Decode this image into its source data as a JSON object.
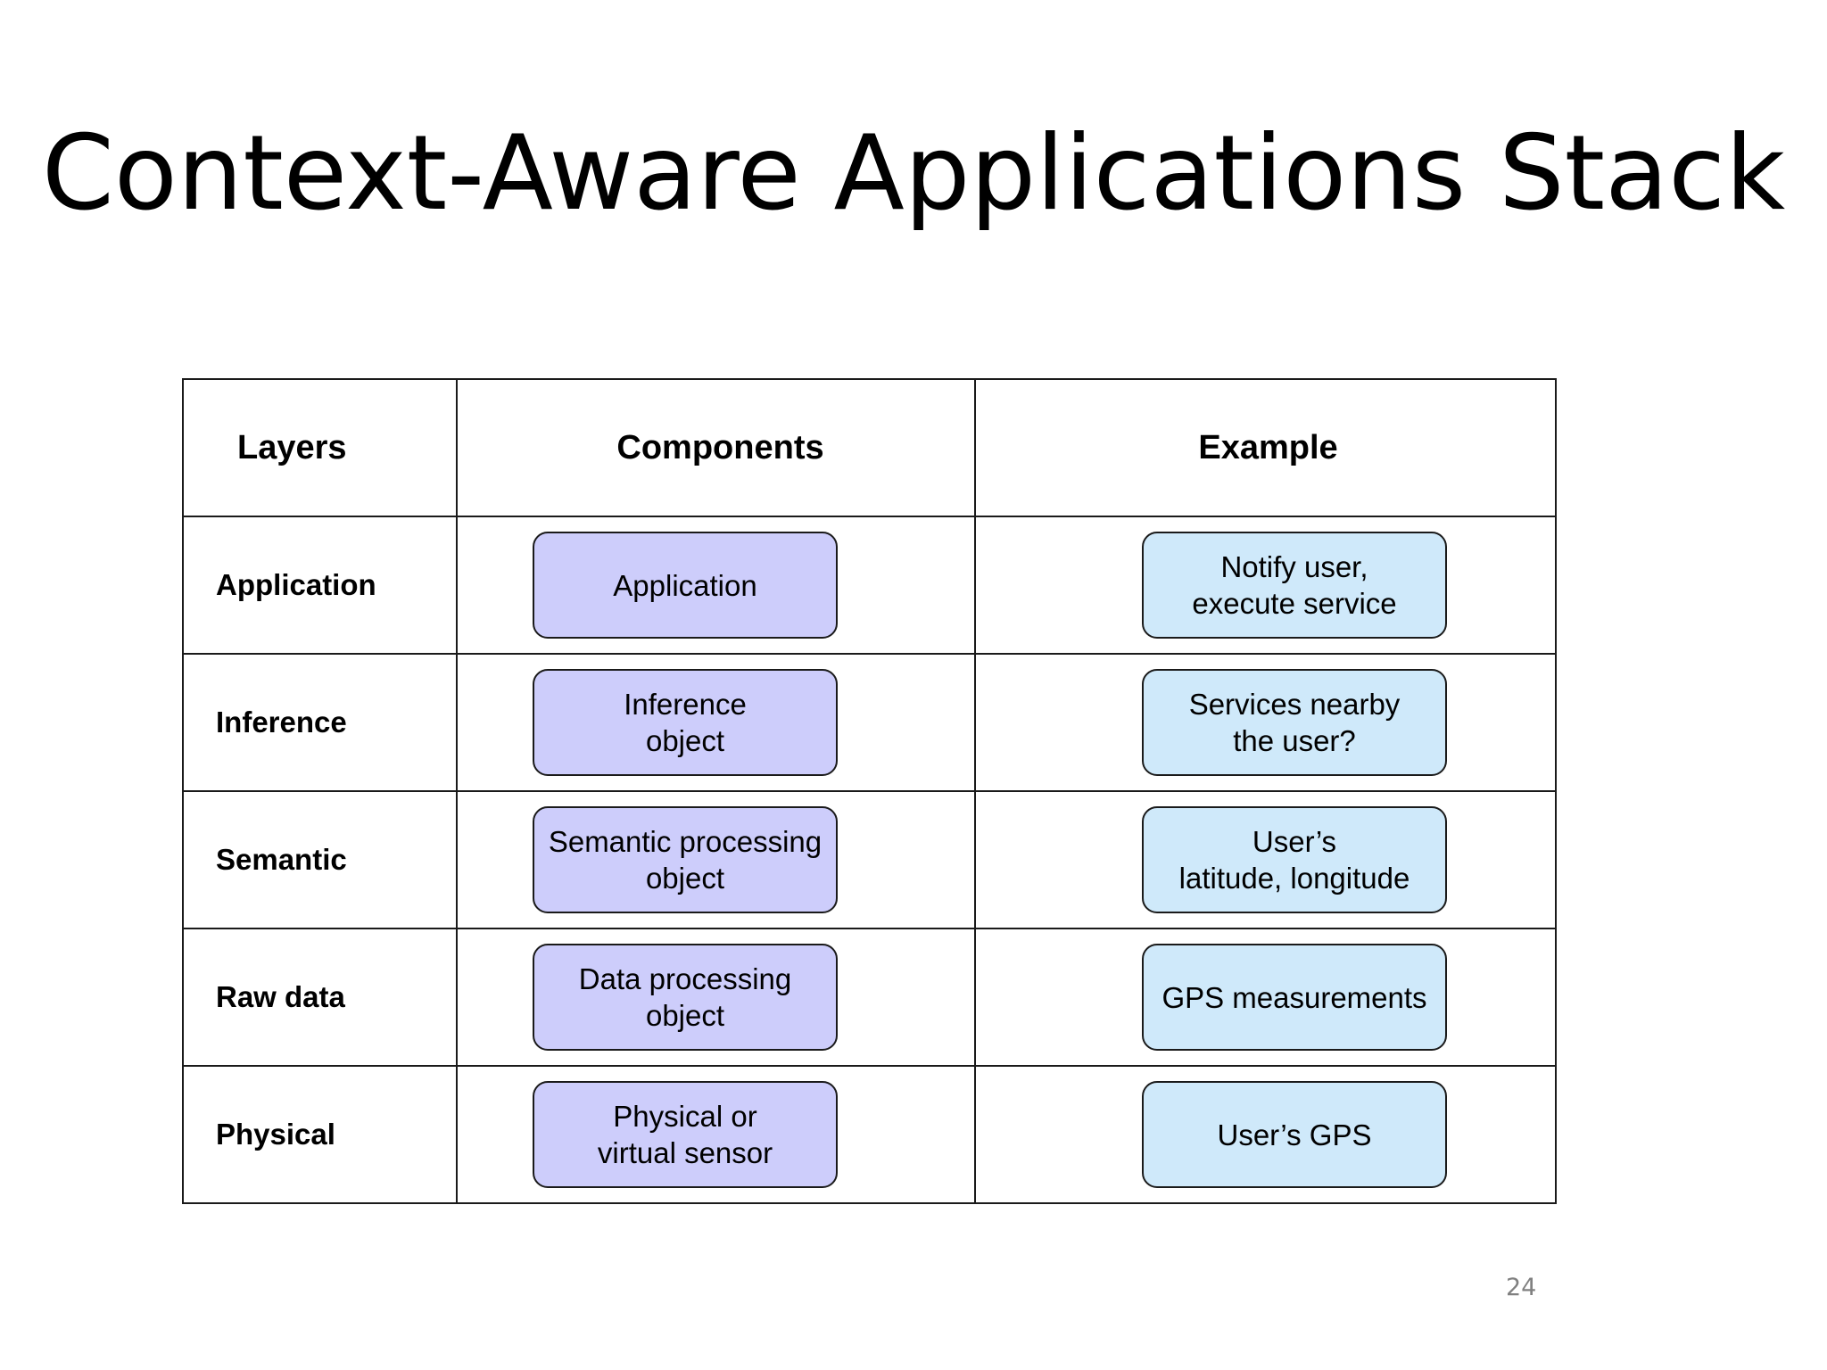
{
  "slide": {
    "title": "Context-Aware Applications Stack",
    "page_number": "24"
  },
  "table": {
    "headers": {
      "layers": "Layers",
      "components": "Components",
      "example": "Example"
    },
    "rows": [
      {
        "layer": "Application",
        "component": "Application",
        "example": "Notify user,\nexecute service"
      },
      {
        "layer": "Inference",
        "component": "Inference\nobject",
        "example": "Services nearby\nthe user?"
      },
      {
        "layer": "Semantic",
        "component": "Semantic processing\nobject",
        "example": "User’s\nlatitude, longitude"
      },
      {
        "layer": "Raw data",
        "component": "Data processing\nobject",
        "example": "GPS measurements"
      },
      {
        "layer": "Physical",
        "component": "Physical or\nvirtual sensor",
        "example": "User’s GPS"
      }
    ]
  },
  "colors": {
    "component_fill": "#cdcdfb",
    "example_fill": "#cfe9fa",
    "border": "#1a1a1a",
    "page_number": "#808080"
  }
}
